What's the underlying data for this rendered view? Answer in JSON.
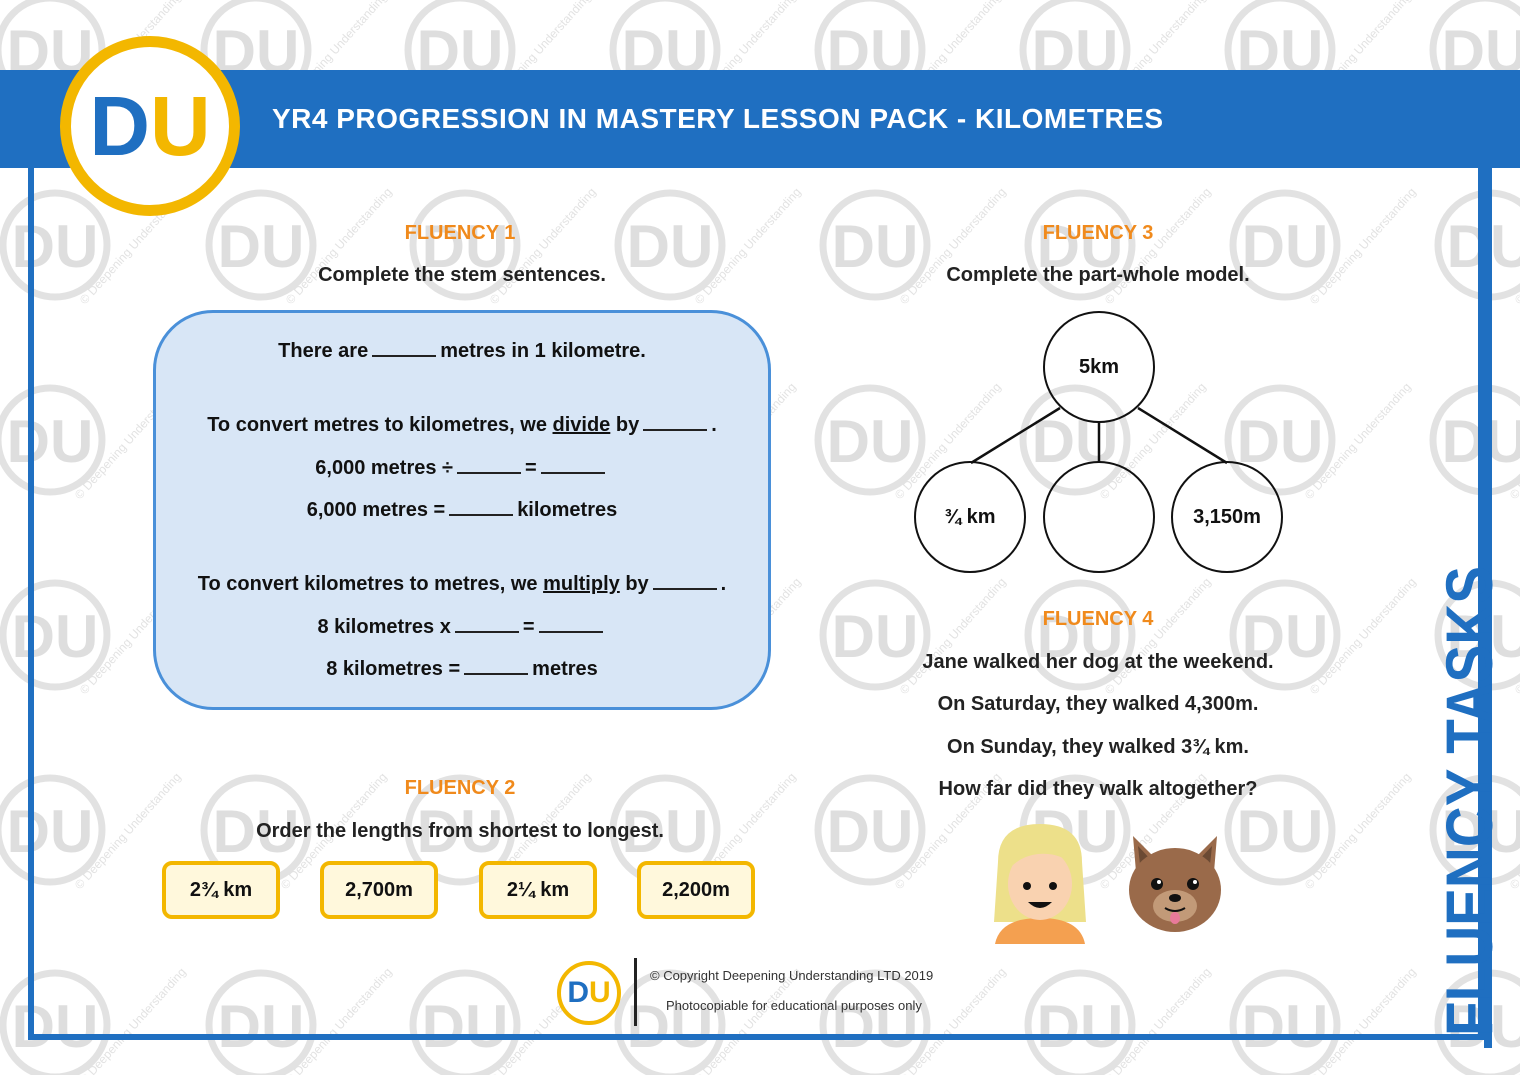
{
  "header": {
    "title": "YR4 PROGRESSION IN MASTERY LESSON PACK - KILOMETRES",
    "logo": "DU"
  },
  "side_label": "FLUENCY TASKS",
  "watermark": {
    "logo": "DU",
    "text": "© Deepening Understanding"
  },
  "fluency1": {
    "heading": "FLUENCY 1",
    "instruction": "Complete the stem sentences.",
    "line1_a": "There are",
    "line1_b": "metres in 1 kilometre.",
    "line2_a": "To convert metres to kilometres, we",
    "line2_u": "divide",
    "line2_b": "by",
    "line2_c": ".",
    "line3_a": "6,000 metres ÷",
    "line3_b": "=",
    "line4_a": "6,000 metres =",
    "line4_b": "kilometres",
    "line5_a": "To convert kilometres to metres, we",
    "line5_u": "multiply",
    "line5_b": "by",
    "line5_c": ".",
    "line6_a": "8 kilometres x",
    "line6_b": "=",
    "line7_a": "8 kilometres =",
    "line7_b": "metres"
  },
  "fluency2": {
    "heading": "FLUENCY 2",
    "instruction": "Order the lengths from shortest to longest.",
    "cards": [
      "2¾ km",
      "2,700m",
      "2¼ km",
      "2,200m"
    ]
  },
  "fluency3": {
    "heading": "FLUENCY 3",
    "instruction": "Complete the part-whole model.",
    "whole": "5km",
    "parts": [
      "¾ km",
      "",
      "3,150m"
    ]
  },
  "fluency4": {
    "heading": "FLUENCY 4",
    "lines": [
      "Jane walked her dog at the weekend.",
      "On Saturday, they walked 4,300m.",
      "On Sunday, they walked 3¾ km.",
      "How far did they walk altogether?"
    ]
  },
  "footer": {
    "logo": "DU",
    "copyright": "© Copyright Deepening Understanding LTD 2019",
    "note": "Photocopiable for educational purposes only"
  },
  "colors": {
    "blue": "#1f6fc1",
    "yellow": "#f3b700",
    "orange": "#f08a1c",
    "box_fill": "#d8e6f6"
  }
}
